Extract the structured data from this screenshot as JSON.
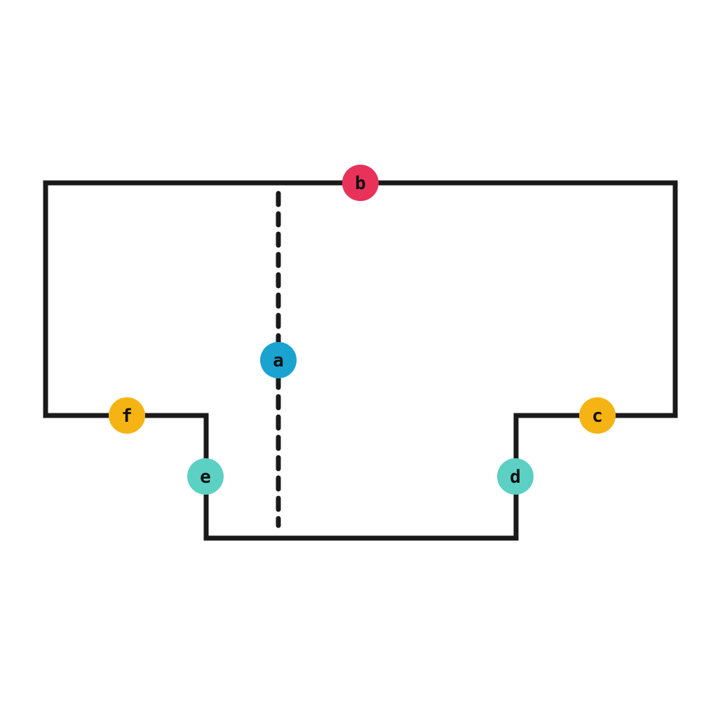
{
  "diagram": {
    "outline_color": "#1a1a1a",
    "dashed_color": "#1a1a1a",
    "labels": {
      "a": {
        "text": "a",
        "color": "#1aa3d1"
      },
      "b": {
        "text": "b",
        "color": "#e8325a"
      },
      "c": {
        "text": "c",
        "color": "#f6b414"
      },
      "d": {
        "text": "d",
        "color": "#5bd0c3"
      },
      "e": {
        "text": "e",
        "color": "#5bd0c3"
      },
      "f": {
        "text": "f",
        "color": "#f6b414"
      }
    }
  }
}
